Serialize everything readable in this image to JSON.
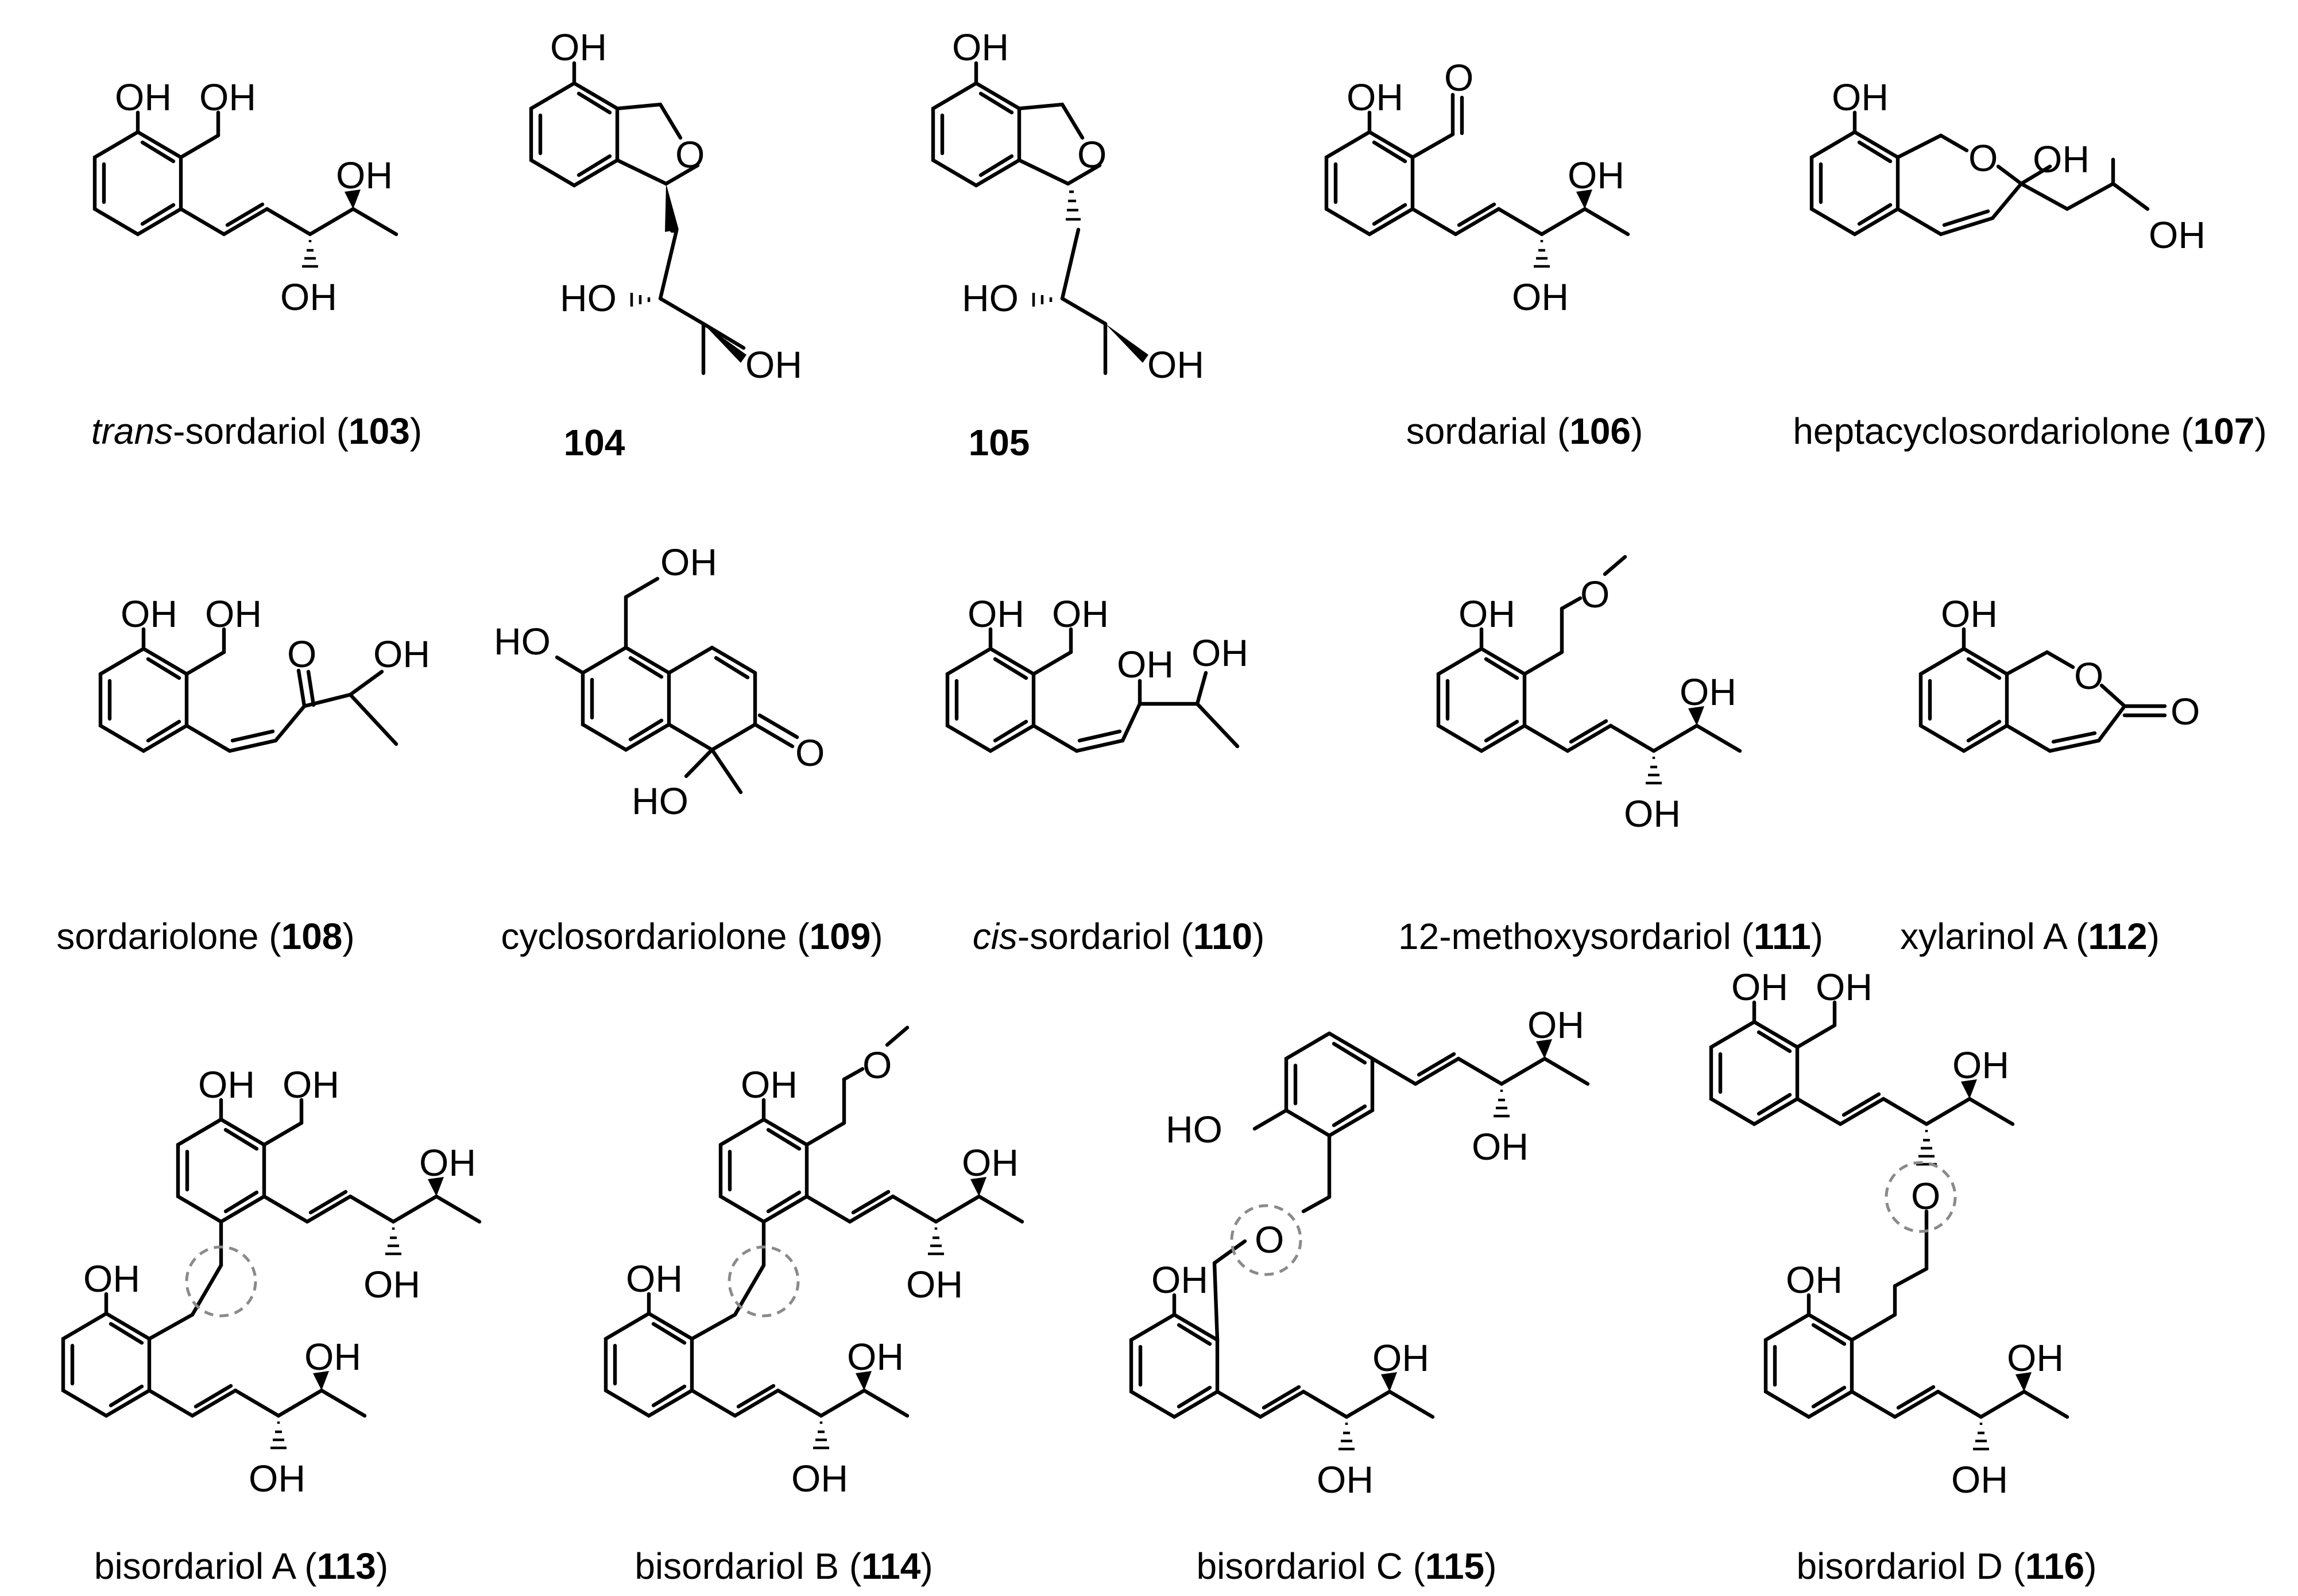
{
  "labels": {
    "oh": "OH",
    "ho": "HO",
    "o": "O"
  },
  "compounds": [
    {
      "key": "c103",
      "prefix": "trans",
      "name": "-sordariol (",
      "num": "103",
      "suffix": ")"
    },
    {
      "key": "c104",
      "prefix": "",
      "name": "",
      "num": "104",
      "suffix": ""
    },
    {
      "key": "c105",
      "prefix": "",
      "name": "",
      "num": "105",
      "suffix": ""
    },
    {
      "key": "c106",
      "prefix": "",
      "name": "sordarial (",
      "num": "106",
      "suffix": ")"
    },
    {
      "key": "c107",
      "prefix": "",
      "name": "heptacyclosordariolone (",
      "num": "107",
      "suffix": ")"
    },
    {
      "key": "c108",
      "prefix": "",
      "name": "sordariolone (",
      "num": "108",
      "suffix": ")"
    },
    {
      "key": "c109",
      "prefix": "",
      "name": "cyclosordariolone (",
      "num": "109",
      "suffix": ")"
    },
    {
      "key": "c110",
      "prefix": "cis",
      "name": "-sordariol (",
      "num": "110",
      "suffix": ")"
    },
    {
      "key": "c111",
      "prefix": "",
      "name": "12-methoxysordariol (",
      "num": "111",
      "suffix": ")"
    },
    {
      "key": "c112",
      "prefix": "",
      "name": "xylarinol A (",
      "num": "112",
      "suffix": ")"
    },
    {
      "key": "c113",
      "prefix": "",
      "name": "bisordariol A (",
      "num": "113",
      "suffix": ")"
    },
    {
      "key": "c114",
      "prefix": "",
      "name": "bisordariol B (",
      "num": "114",
      "suffix": ")"
    },
    {
      "key": "c115",
      "prefix": "",
      "name": "bisordariol C (",
      "num": "115",
      "suffix": ")"
    },
    {
      "key": "c116",
      "prefix": "",
      "name": "bisordariol D (",
      "num": "116",
      "suffix": ")"
    }
  ]
}
